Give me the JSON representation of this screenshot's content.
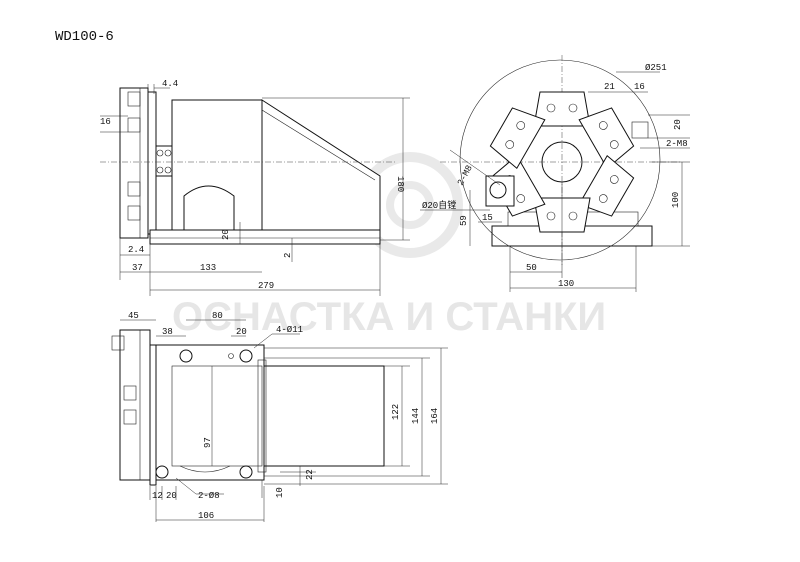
{
  "title": "WD100-6",
  "watermark": "ОСНАСТКА И СТАНКИ",
  "dims": {
    "d4_4": "4.4",
    "d16a": "16",
    "d180": "180",
    "d20a": "20",
    "d2a": "2",
    "d2_4": "2.4",
    "d37": "37",
    "d133": "133",
    "d279": "279",
    "d251": "Ø251",
    "d21": "21",
    "d16b": "16",
    "d20b": "20",
    "m8a": "2-M8",
    "m8b": "2-M8",
    "d100": "100",
    "d59": "59",
    "d20bore": "Ø20自镗",
    "d15": "15",
    "d50": "50",
    "d130": "130",
    "d45": "45",
    "d80": "80",
    "d38": "38",
    "d20c": "20",
    "d4_11": "4-Ø11",
    "d122": "122",
    "d144": "144",
    "d164": "164",
    "d97": "97",
    "d22": "22",
    "d10": "10",
    "d12": "12",
    "d20d": "20",
    "d2_8": "2-Ø8",
    "d106": "106"
  }
}
